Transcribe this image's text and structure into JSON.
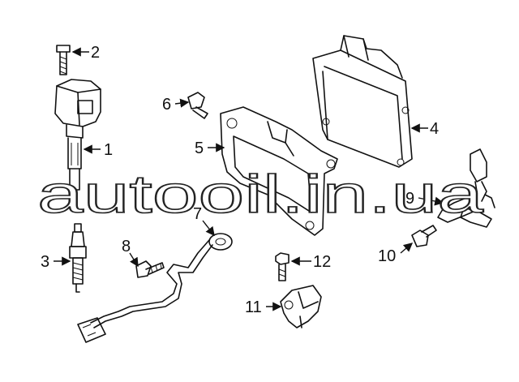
{
  "watermark": "autooil.in.ua",
  "callouts": [
    {
      "id": "1",
      "part": "ignition-coil"
    },
    {
      "id": "2",
      "part": "coil-bolt"
    },
    {
      "id": "3",
      "part": "spark-plug"
    },
    {
      "id": "4",
      "part": "engine-control-module"
    },
    {
      "id": "5",
      "part": "ecm-bracket"
    },
    {
      "id": "6",
      "part": "bracket-bolt"
    },
    {
      "id": "7",
      "part": "knock-sensor"
    },
    {
      "id": "8",
      "part": "knock-sensor-bolt"
    },
    {
      "id": "9",
      "part": "oxygen-sensor"
    },
    {
      "id": "10",
      "part": "sensor-bolt"
    },
    {
      "id": "11",
      "part": "camshaft-position-sensor"
    },
    {
      "id": "12",
      "part": "cam-sensor-bolt"
    }
  ]
}
